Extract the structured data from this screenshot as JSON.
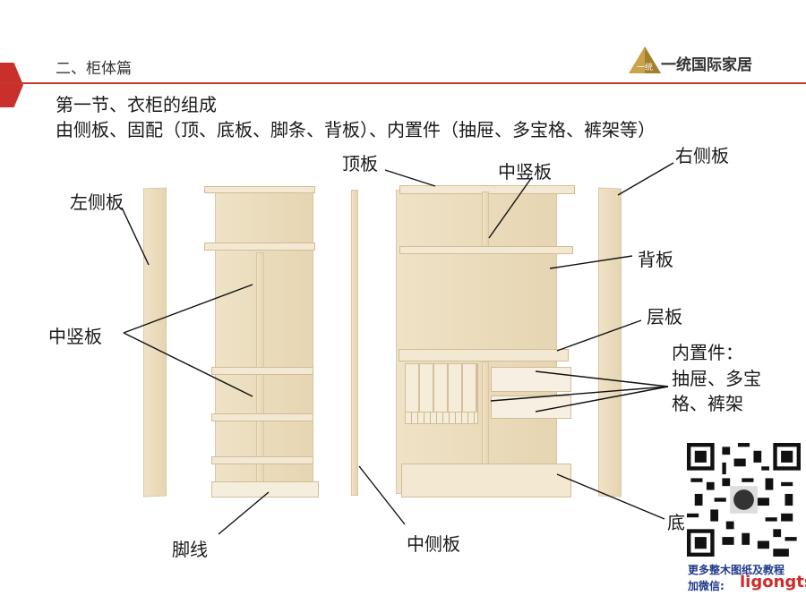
{
  "header": {
    "section": "二、柜体篇",
    "logo": "一统国际家居",
    "logo_badge": "一统"
  },
  "intro": {
    "line1": "第一节、衣柜的组成",
    "line2": "由侧板、固配（顶、底板、脚条、背板）、内置件（抽屉、多宝格、裤架等）"
  },
  "labels": {
    "left_side": "左侧板",
    "center_vertical_left": "中竖板",
    "kick": "脚线",
    "middle_side": "中侧板",
    "top": "顶板",
    "center_vertical_right": "中竖板",
    "right_side": "右侧板",
    "back": "背板",
    "shelf": "层板",
    "inner1": "内置件：",
    "inner2": "抽屉、多宝",
    "inner3": "格、裤架",
    "bottom_partial": "底"
  },
  "promo": {
    "line1": "更多整木图纸及教程",
    "line2_prefix": "加微信:",
    "handle": "ligongts"
  },
  "colors": {
    "accent": "#c9302c",
    "wood": "#ecdcbc",
    "promo_blue": "#1f3a8a",
    "promo_red": "#d12a2a"
  }
}
